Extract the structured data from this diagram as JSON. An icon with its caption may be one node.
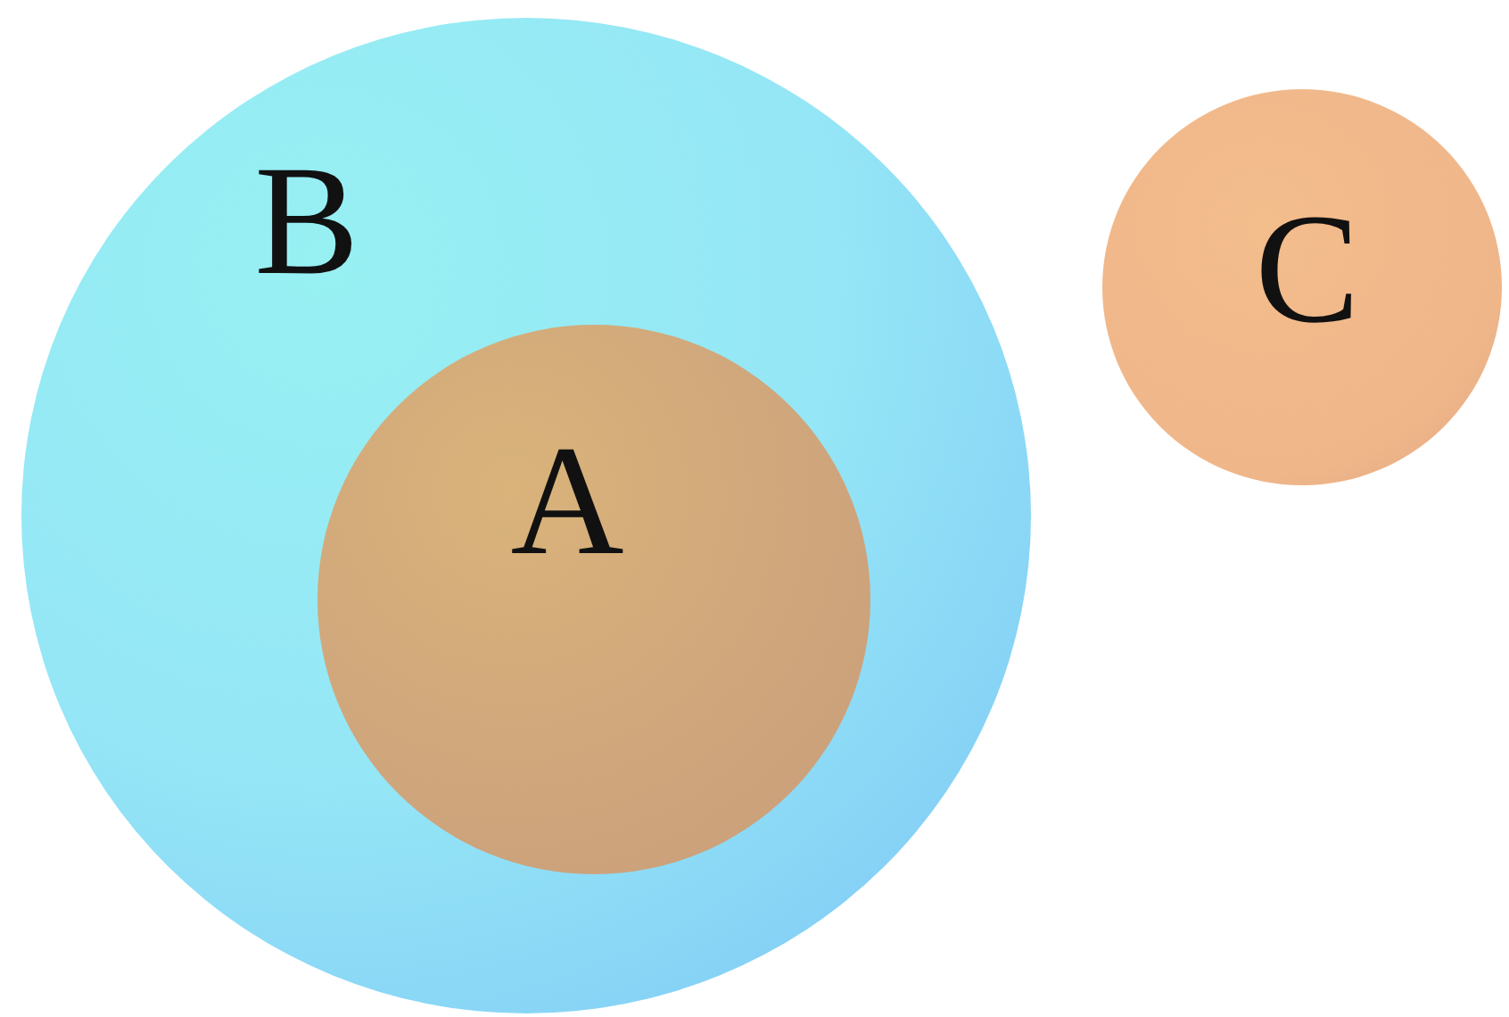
{
  "diagram": {
    "nodes": [
      {
        "text": [
          "B"
        ]
      },
      {
        "text": [
          "A"
        ],
        "in": 0
      },
      {
        "text": [
          "C"
        ]
      }
    ]
  }
}
